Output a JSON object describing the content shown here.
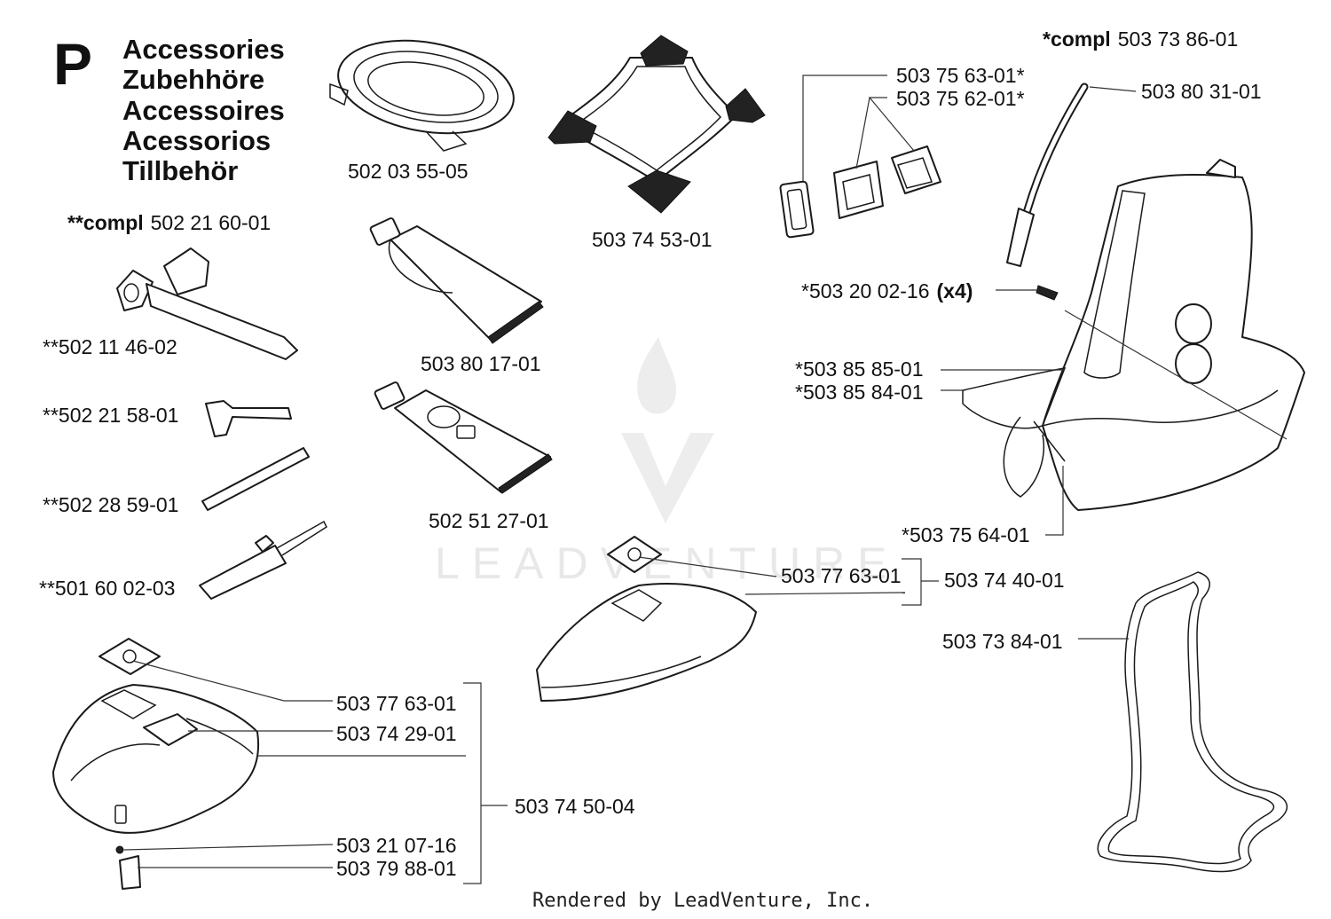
{
  "section_letter": "P",
  "titles": [
    "Accessories",
    "Zubehhöre",
    "Accessoires",
    "Acessorios",
    "Tillbehör"
  ],
  "compl_top": {
    "prefix": "*compl",
    "number": "503 73 86-01"
  },
  "compl_tools": {
    "prefix": "**compl",
    "number": "502 21 60-01"
  },
  "parts": {
    "ring_guard": "502 03 55-05",
    "harness_pad": "503 74 53-01",
    "buckle_a": "503 75 63-01*",
    "buckle_b": "503 75 62-01*",
    "hose": "503 80 31-01",
    "screw_prefix": "*503 20 02-16",
    "screw_qty": "(x4)",
    "strap_a": "*503 85 85-01",
    "strap_b": "*503 85 84-01",
    "hook": "*503 75 64-01",
    "wrench": "**502 11 46-02",
    "hex_key": "**502 21 58-01",
    "pin": "**502 28 59-01",
    "screwdriver": "**501 60 02-03",
    "grease_tube_1": "503 80 17-01",
    "grease_tube_2": "502 51 27-01",
    "plate_right": "503 77 63-01",
    "guard_kit_right": "503 74 40-01",
    "frame": "503 73 84-01",
    "plate_left": "503 77 63-01",
    "decal": "503 74 29-01",
    "guard_kit_left": "503 74 50-04",
    "screw_small": "503 21 07-16",
    "clip": "503 79 88-01"
  },
  "watermark": "LEADVENTURE",
  "footer": "Rendered by LeadVenture, Inc."
}
